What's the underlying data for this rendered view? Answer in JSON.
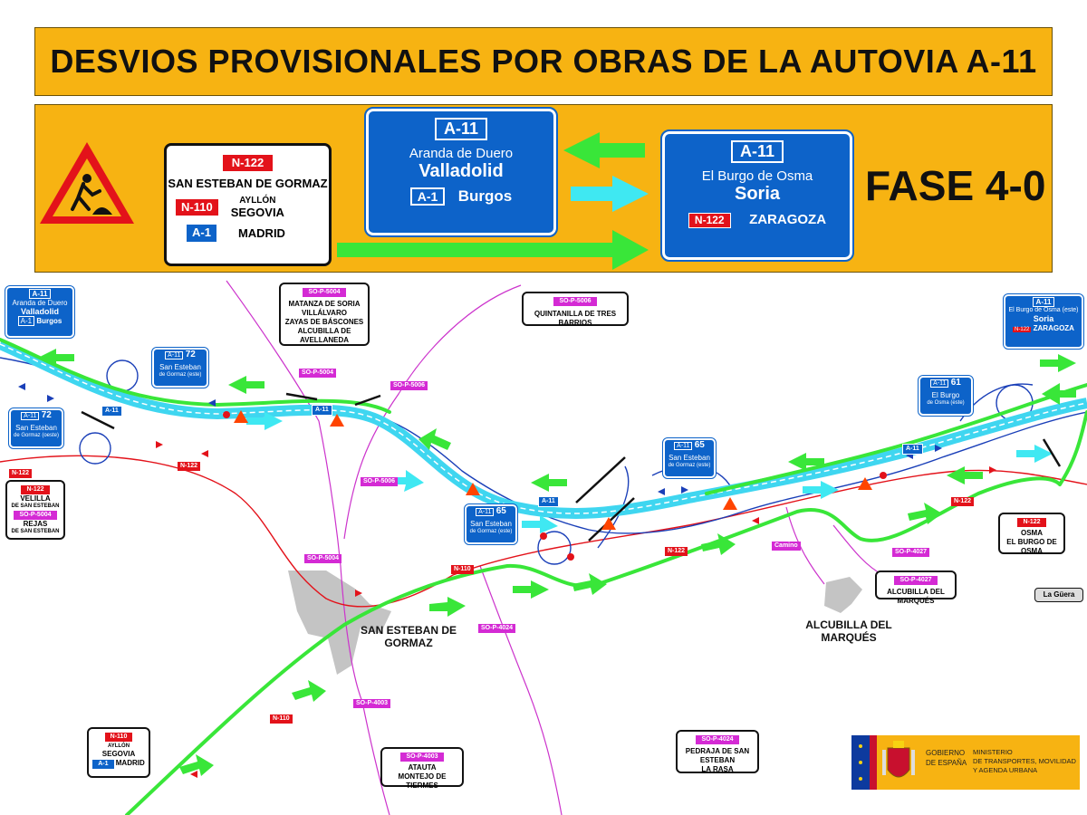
{
  "title": "DESVIOS PROVISIONALES POR OBRAS DE LA AUTOVIA A-11",
  "legend": {
    "white_sign": {
      "road": "N-122",
      "destination": "SAN ESTEBAN DE GORMAZ",
      "row2_tag": "N-110",
      "row2_small": "AYLLÓN",
      "row2_main": "SEGOVIA",
      "row3_tag": "A-1",
      "row3_main": "MADRID"
    },
    "west_sign": {
      "road": "A-11",
      "line1": "Aranda de Duero",
      "line2": "Valladolid",
      "tag": "A-1",
      "tag_dest": "Burgos"
    },
    "east_sign": {
      "road": "A-11",
      "line1": "El Burgo de Osma",
      "line2": "Soria",
      "tag": "N-122",
      "tag_dest": "ZARAGOZA"
    },
    "phase": "FASE 4-0"
  },
  "map": {
    "sign_nw": {
      "road": "A-11",
      "line1": "Aranda de Duero",
      "line2": "Valladolid",
      "tag": "A-1",
      "tag_dest": "Burgos"
    },
    "sign_ne": {
      "road": "A-11",
      "line1": "El Burgo de Osma (este)",
      "line2": "Soria",
      "tag": "N-122",
      "tag_dest": "ZARAGOZA"
    },
    "sign_sp5004": {
      "tag": "SO-P-5004",
      "l1": "MATANZA DE SORIA",
      "l2": "VILLÁLVARO",
      "l3": "ZAYAS DE BÁSCONES",
      "l4": "ALCUBILLA DE AVELLANEDA"
    },
    "sign_sp5006": {
      "tag": "SO-P-5006",
      "l1": "QUINTANILLA DE TRES BARRIOS"
    },
    "sign_velilla": {
      "tag1": "N-122",
      "l1": "VELILLA",
      "l1b": "DE SAN ESTEBAN",
      "tag2": "SO-P-5004",
      "l2": "REJAS",
      "l2b": "DE SAN ESTEBAN"
    },
    "sign_osma": {
      "tag": "N-122",
      "l1": "OSMA",
      "l2": "EL BURGO DE OSMA"
    },
    "sign_alcubilla": {
      "tag": "SO-P-4027",
      "l1": "ALCUBILLA DEL MARQUÉS"
    },
    "sign_ayllon": {
      "tag": "N-110",
      "l1": "AYLLÓN",
      "l2": "SEGOVIA",
      "tag2": "A-1",
      "l3": "MADRID"
    },
    "sign_atauta": {
      "tag": "SO-P-4003",
      "l1": "ATAUTA",
      "l2": "MONTEJO DE TIERMES"
    },
    "sign_pedraja": {
      "tag": "SO-P-4024",
      "l1": "PEDRAJA DE SAN ESTEBAN",
      "l2": "LA RASA"
    },
    "exit72_a": {
      "road": "A-11",
      "exit": "72",
      "l1": "San Esteban",
      "l2": "de Gormaz (este)"
    },
    "exit72_b": {
      "road": "A-11",
      "exit": "72",
      "l1": "San Esteban",
      "l2": "de Gormaz (oeste)"
    },
    "exit65_a": {
      "road": "A-11",
      "exit": "65",
      "l1": "San Esteban",
      "l2": "de Gormaz (este)"
    },
    "exit65_b": {
      "road": "A-11",
      "exit": "65",
      "l1": "San Esteban",
      "l2": "de Gormaz (este)"
    },
    "exit61": {
      "road": "A-11",
      "exit": "61",
      "l1": "El Burgo",
      "l2": "de Osma (este)"
    },
    "town_san_esteban": "SAN ESTEBAN DE\nGORMAZ",
    "town_alcubilla": "ALCUBILLA DEL MARQUÉS",
    "la_guera": "La Güera",
    "road_tags": {
      "a11_1": "A-11",
      "a11_2": "A-11",
      "a11_3": "A-11",
      "a11_4": "A-11",
      "n122_1": "N-122",
      "n122_2": "N-122",
      "n122_3": "N-122",
      "n122_4": "N-122",
      "n110_1": "N-110",
      "n110_2": "N-110",
      "sp5004_1": "SO-P-5004",
      "sp5004_2": "SO-P-5004",
      "sp5006_1": "SO-P-5006",
      "sp5006_2": "SO-P-5006",
      "sp4024": "SO-P-4024",
      "sp4003": "SO-P-4003",
      "sp4027": "SO-P-4027",
      "camino": "Camino"
    }
  },
  "ministry": {
    "gov1": "GOBIERNO",
    "gov2": "DE ESPAÑA",
    "min1": "MINISTERIO",
    "min2": "DE TRANSPORTES, MOVILIDAD",
    "min3": "Y AGENDA URBANA"
  },
  "colors": {
    "band": "#f7b312",
    "sign_blue": "#0d63c9",
    "tag_red": "#e3121a",
    "tag_magenta": "#d42ad4",
    "detour_green": "#39e639",
    "highway_cyan": "#3fd6f0",
    "road_blue": "#1a3fb8"
  }
}
